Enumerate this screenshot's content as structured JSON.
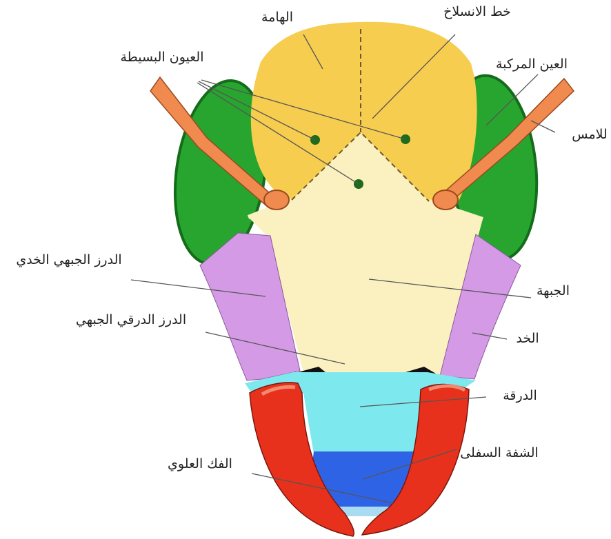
{
  "colors": {
    "vertex": "#f7cd4f",
    "frons": "#fbf0c0",
    "compound_eye": "#27a52f",
    "compound_eye_rim": "#146b1a",
    "gena": "#d49ae6",
    "clypeus": "#7ee8ef",
    "labrum": "#2f63e6",
    "mandible": "#e8311c",
    "antenna": "#f08a4f",
    "ocellus": "#1e6b1e",
    "leader_line": "#555555"
  },
  "labels": {
    "vertex": "الهامة",
    "ecdysial_suture": "خط الانسلاخ",
    "ocelli": "العيون البسيطة",
    "compound_eye": "العين المركبة",
    "antenna": "للامس",
    "frontogenal_suture": "الدرز الجبهي الخدي",
    "frons": "الجبهة",
    "frontoclypeal_suture": "الدرز الدرقي الجبهي",
    "gena": "الخد",
    "clypeus": "الدرقة",
    "labrum": "الشفة السفلى",
    "mandible": "الفك العلوي"
  }
}
